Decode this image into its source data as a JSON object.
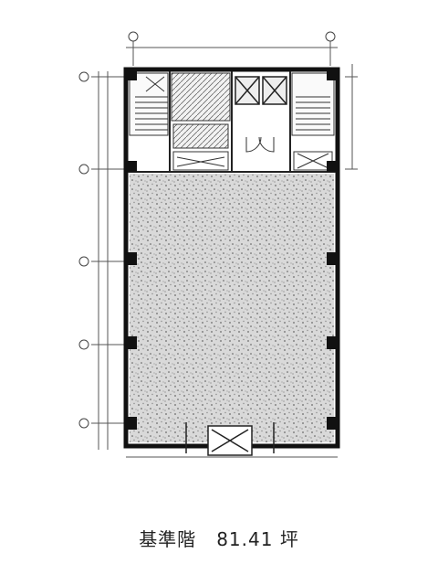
{
  "caption": {
    "floor_label": "基準階",
    "area_value": "81.41",
    "area_unit": "坪"
  }
}
